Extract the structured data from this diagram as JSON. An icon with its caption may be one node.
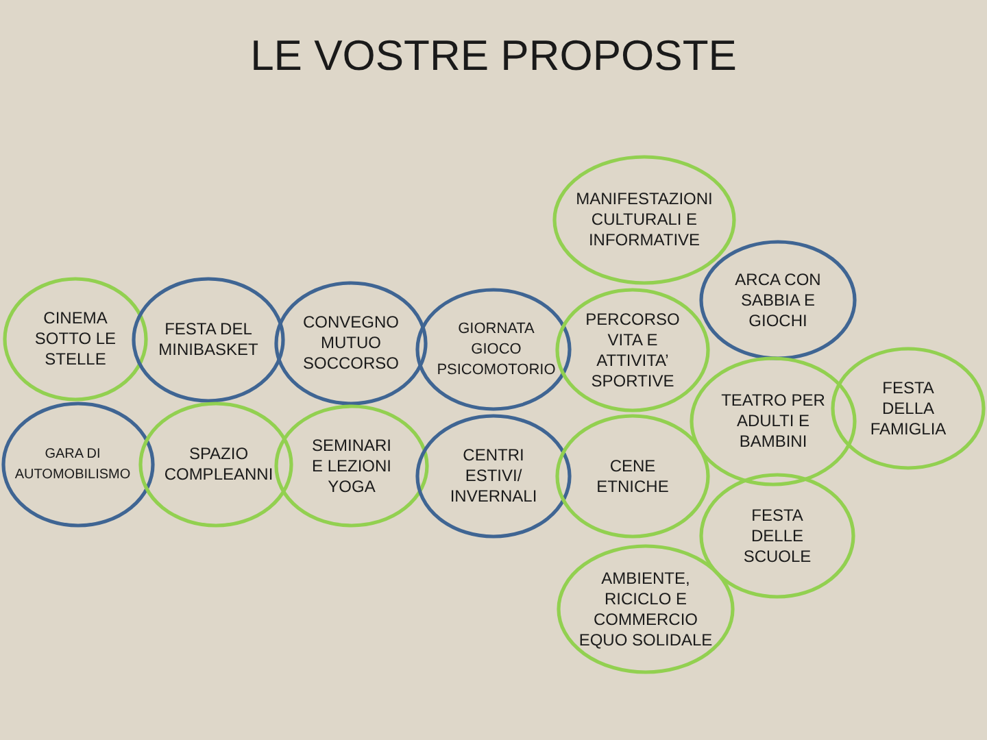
{
  "diagram": {
    "title": "LE VOSTRE PROPOSTE",
    "nodes": [
      {
        "text": [
          "MANIFESTAZIONI CULTURALI E INFORMATIVE"
        ]
      },
      {
        "text": [
          "ARCA CON SABBIA E GIOCHI"
        ]
      },
      {
        "text": [
          "CINEMA SOTTO LE STELLE"
        ]
      },
      {
        "text": [
          "FESTA DEL MINIBASKET"
        ]
      },
      {
        "text": [
          "CONVEGNO MUTUO SOCCORSO"
        ]
      },
      {
        "text": [
          "GIORNATA GIOCO PSICOMOTORIO"
        ]
      },
      {
        "text": [
          "PERCORSO VITA E ATTIVITA’ SPORTIVE"
        ]
      },
      {
        "text": [
          "TEATRO PER ADULTI E BAMBINI"
        ]
      },
      {
        "text": [
          "FESTA DELLA FAMIGLIA"
        ]
      },
      {
        "text": [
          "GARA DI AUTOMOBILISMO"
        ]
      },
      {
        "text": [
          "SPAZIO COMPLEANNI"
        ]
      },
      {
        "text": [
          "SEMINARI E LEZIONI YOGA"
        ]
      },
      {
        "text": [
          "CENTRI ESTIVI/ INVERNALI"
        ]
      },
      {
        "text": [
          "CENE ETNICHE"
        ]
      },
      {
        "text": [
          "FESTA DELLE SCUOLE"
        ]
      },
      {
        "text": [
          "AMBIENTE, RICICLO E COMMERCIO EQUO SOLIDALE"
        ]
      }
    ]
  }
}
